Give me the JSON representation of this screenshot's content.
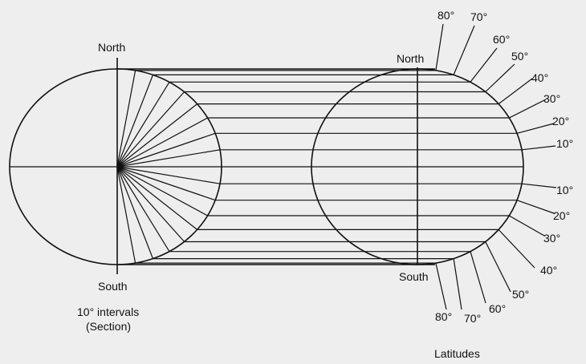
{
  "section": {
    "north_label": "North",
    "south_label": "South",
    "caption_line1": "10° intervals",
    "caption_line2": "(Section)"
  },
  "globe": {
    "north_label": "North",
    "south_label": "South"
  },
  "latitudes": {
    "north": [
      "80°",
      "70°",
      "60°",
      "50°",
      "40°",
      "30°",
      "20°",
      "10°"
    ],
    "south": [
      "10°",
      "20°",
      "30°",
      "40°",
      "50°",
      "60°",
      "70°",
      "80°"
    ],
    "caption": "Latitudes"
  },
  "colors": {
    "background": "#eeeeee",
    "ink": "#111111"
  }
}
